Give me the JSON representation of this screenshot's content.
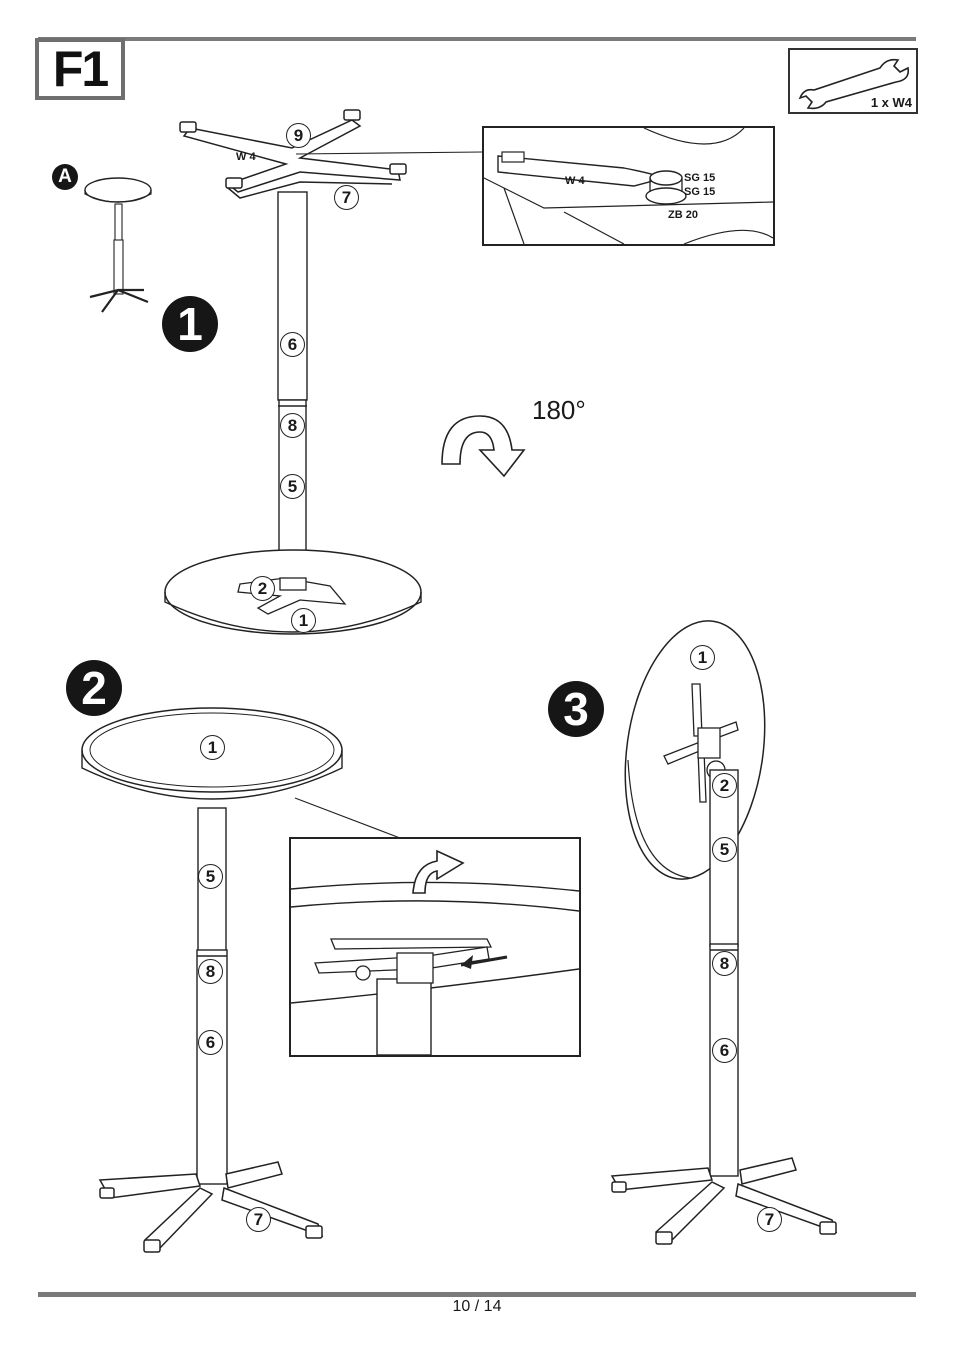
{
  "section_label": "F1",
  "tool": {
    "label": "1 x W4",
    "icon": "wrench-icon"
  },
  "steps": {
    "a": "A",
    "one": "1",
    "two": "2",
    "three": "3"
  },
  "rotation": "180°",
  "detail_labels": {
    "w4_top": "W 4",
    "w4_detail": "W 4",
    "sg_1": "SG 15",
    "sg_2": "SG 15",
    "zb": "ZB 20"
  },
  "parts": {
    "s1_p9": "9",
    "s1_p7": "7",
    "s1_p6": "6",
    "s1_p8": "8",
    "s1_p5": "5",
    "s1_p2": "2",
    "s1_p1": "1",
    "s2_p1": "1",
    "s2_p5": "5",
    "s2_p8": "8",
    "s2_p6": "6",
    "s2_p7": "7",
    "s3_p1": "1",
    "s3_p2": "2",
    "s3_p5": "5",
    "s3_p8": "8",
    "s3_p6": "6",
    "s3_p7": "7"
  },
  "page": "10 / 14"
}
